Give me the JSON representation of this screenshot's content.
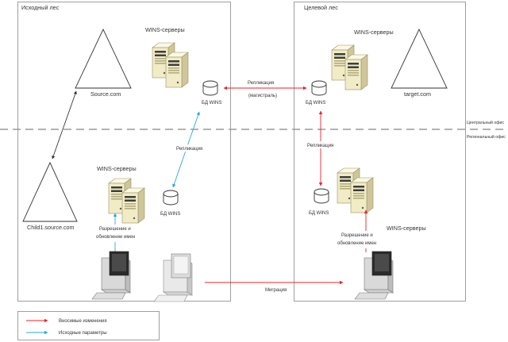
{
  "colors": {
    "changes": "#e8222b",
    "source_params": "#2aa6de",
    "frame": "#888888",
    "separator": "#9a9a9a",
    "server_body": "#f3eecb",
    "db_fill": "#ffffff"
  },
  "source_forest": {
    "title": "Исходный лес",
    "wins_servers_top": "WINS-серверы",
    "source_domain": "Source.com",
    "db_top": "БД WINS",
    "child_domain": "Child1.source.com",
    "wins_servers_bottom": "WINS-серверы",
    "db_bottom": "БД WINS",
    "resolution_line1": "Разрешение и",
    "resolution_line2": "обновление имен"
  },
  "target_forest": {
    "title": "Целевой лес",
    "wins_servers_top": "WINS-серверы",
    "target_domain": "target.com",
    "db_top": "БД WINS",
    "db_bottom": "БД WINS",
    "wins_servers_bottom": "WINS-серверы",
    "resolution_line1": "Разрешение и",
    "resolution_line2": "обновление имен"
  },
  "connections": {
    "replication_backbone_line1": "Репликация",
    "replication_backbone_line2": "(магистраль)",
    "replication_source": "Репликация",
    "replication_target": "Репликация",
    "migration": "Миграция"
  },
  "zones": {
    "central_office": "Центральный офис",
    "regional_office": "Региональный офис"
  },
  "legend": {
    "changes_label": "Вносимые изменения",
    "source_params_label": "Исходные параметры"
  },
  "icons": [
    "server-icon",
    "database-icon",
    "workstation-icon",
    "domain-triangle-icon"
  ]
}
